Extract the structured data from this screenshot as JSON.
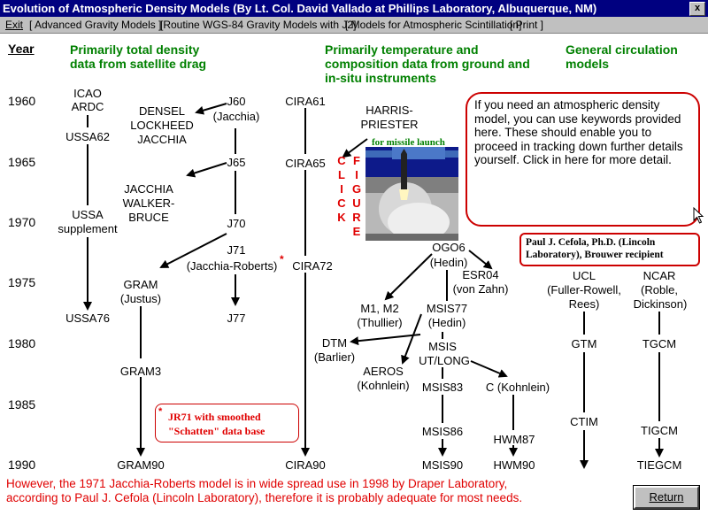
{
  "window": {
    "title": "Evolution of Atmospheric Density Models (By Lt. Col. David Vallado at Phillips Laboratory, Albuquerque, NM)",
    "close": "x"
  },
  "menu": [
    "Exit",
    "[ Advanced Gravity Models ]",
    "[Routine WGS-84 Gravity Models with J2]",
    "[ Models for Atmospheric Scintillation]",
    "[ Print ]"
  ],
  "headers": {
    "year": "Year",
    "col1": "Primarily total density data from satellite drag",
    "col2": "Primarily temperature and composition data from ground and in-situ instruments",
    "col3": "General circulation models"
  },
  "years": [
    "1960",
    "1965",
    "1970",
    "1975",
    "1980",
    "1985",
    "1990"
  ],
  "models": {
    "icao": "ICAO",
    "ardc": "ARDC",
    "ussa62": "USSA62",
    "ussa": "USSA",
    "supplement": "supplement",
    "ussa76": "USSA76",
    "densel": "DENSEL",
    "lockheed": "LOCKHEED",
    "jacchia": "JACCHIA",
    "j60": "J60",
    "j60b": "(Jacchia)",
    "j65": "J65",
    "jwb1": "JACCHIA",
    "jwb2": "WALKER-",
    "jwb3": "BRUCE",
    "j70": "J70",
    "j71": "J71",
    "j71b": "(Jacchia-Roberts)",
    "j77": "J77",
    "gram": "GRAM",
    "gram2": "(Justus)",
    "gram3": "GRAM3",
    "gram90": "GRAM90",
    "cira61": "CIRA61",
    "cira65": "CIRA65",
    "cira72": "CIRA72",
    "cira90": "CIRA90",
    "asterisk": "*",
    "harris": "HARRIS-",
    "priester": "PRIESTER",
    "missile": "for missile launch",
    "ogo6": "OGO6",
    "ogo6b": "(Hedin)",
    "esr04": "ESR04",
    "esr04b": "(von Zahn)",
    "m1m2": "M1, M2",
    "m1m2b": "(Thullier)",
    "msis77": "MSIS77",
    "msis77b": "(Hedin)",
    "dtm": "DTM",
    "dtmb": "(Barlier)",
    "msisut": "MSIS",
    "msisut2": "UT/LONG",
    "aeros": "AEROS",
    "aerosb": "(Kohnlein)",
    "msis83": "MSIS83",
    "ck": "C (Kohnlein)",
    "msis86": "MSIS86",
    "hwm87": "HWM87",
    "msis90": "MSIS90",
    "hwm90": "HWM90",
    "ucl": "UCL",
    "ucl2": "(Fuller-Rowell,",
    "ucl3": "Rees)",
    "gtm": "GTM",
    "ctim": "CTIM",
    "ncar": "NCAR",
    "ncar2": "(Roble,",
    "ncar3": "Dickinson)",
    "tgcm": "TGCM",
    "tigcm": "TIGCM",
    "tiegcm": "TIEGCM"
  },
  "click_figure": {
    "click": [
      "C",
      "L",
      "I",
      "C",
      "K"
    ],
    "figure": [
      "F",
      "I",
      "G",
      "U",
      "R",
      "E"
    ]
  },
  "infobox": "If you need an atmospheric density model, you can use keywords provided here. These should enable you to proceed  in tracking down further details yourself. Click in here for more detail.",
  "cefola_box": "Paul J. Cefola, Ph.D. (Lincoln Laboratory), Brouwer recipient",
  "jr71_note": {
    "star": "*",
    "line1": "JR71 with smoothed",
    "line2": "\"Schatten\" data base"
  },
  "footer": {
    "line1": "However, the 1971 Jacchia-Roberts model is in wide spread use in 1998 by Draper Laboratory,",
    "line2": "according to Paul J. Cefola (Lincoln Laboratory), therefore it is probably adequate for most needs."
  },
  "return_button": "Return"
}
